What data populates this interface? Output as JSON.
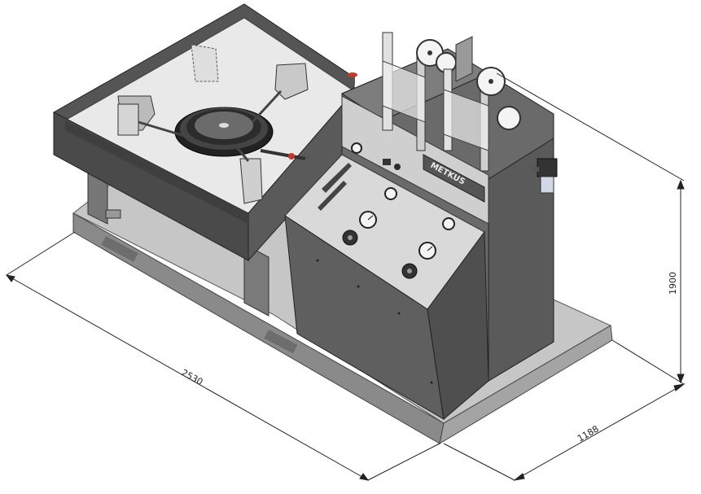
{
  "dimensions": {
    "length": "2530",
    "depth": "1188",
    "height": "1900"
  },
  "brand": {
    "logo": "METKUS"
  },
  "colors": {
    "frame_dark": "#4a4a4a",
    "tray_top": "#e9e9e9",
    "cabinet_front": "#5f5f5f",
    "panel_face": "#d9d9d9",
    "base_plate": "#c6c6c6",
    "gauge_glass": "#f4f4f4",
    "knob_red": "#c0392b",
    "dim_line": "#222222"
  }
}
